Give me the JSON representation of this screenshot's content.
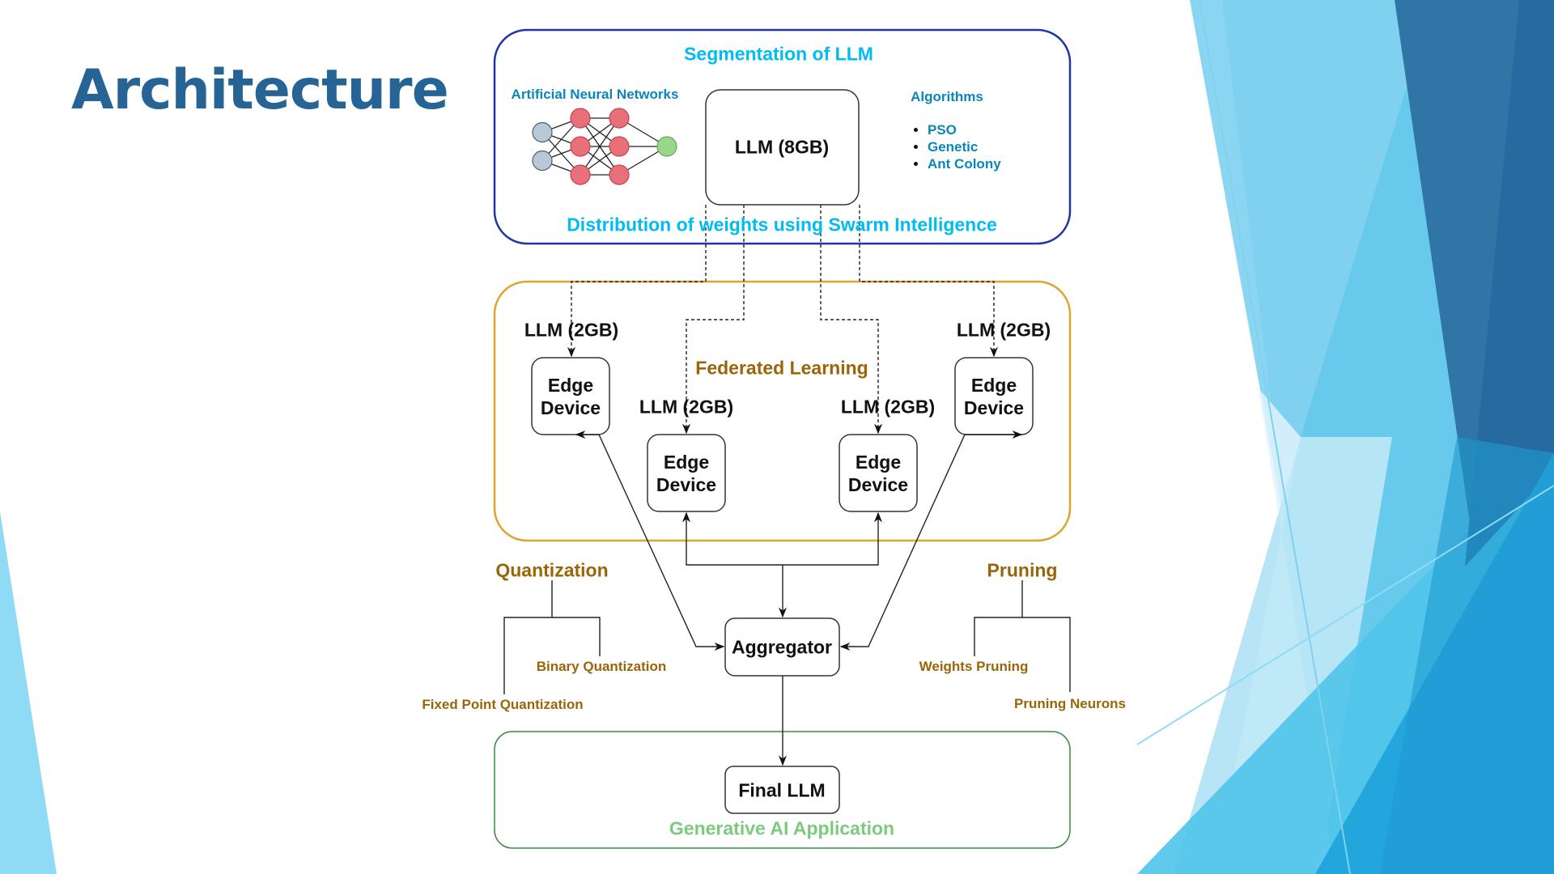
{
  "slide": {
    "title": "Architecture"
  },
  "diagram": {
    "segmentation": {
      "title": "Segmentation of LLM",
      "ann_label": "Artificial Neural Networks",
      "ann_layers": [
        2,
        3,
        3,
        1
      ],
      "core_model": "LLM (8GB)",
      "algorithms_title": "Algorithms",
      "algorithms": [
        "PSO",
        "Genetic",
        "Ant Colony"
      ],
      "footer": "Distribution of weights using Swarm Intelligence"
    },
    "federated": {
      "title": "Federated Learning",
      "devices": [
        {
          "label_line1": "Edge",
          "label_line2": "Device",
          "model": "LLM (2GB)"
        },
        {
          "label_line1": "Edge",
          "label_line2": "Device",
          "model": "LLM (2GB)"
        },
        {
          "label_line1": "Edge",
          "label_line2": "Device",
          "model": "LLM (2GB)"
        },
        {
          "label_line1": "Edge",
          "label_line2": "Device",
          "model": "LLM (2GB)"
        }
      ]
    },
    "aggregator": "Aggregator",
    "quantization": {
      "title": "Quantization",
      "children": [
        "Binary Quantization",
        "Fixed Point Quantization"
      ]
    },
    "pruning": {
      "title": "Pruning",
      "children": [
        "Weights Pruning",
        "Pruning Neurons"
      ]
    },
    "application": {
      "final_model": "Final LLM",
      "title": "Generative AI Application"
    }
  },
  "colors": {
    "title": "#266496",
    "segmentation_border": "#1f34a6",
    "segmentation_text": "#00bcf0",
    "federated_border": "#dca52c",
    "federated_text": "#9a6508",
    "application_border": "#3c8a3c",
    "application_text": "#7ccb7c",
    "ann_input": "#b8c8d6",
    "ann_hidden": "#e8707a",
    "ann_output": "#9ad68a"
  }
}
